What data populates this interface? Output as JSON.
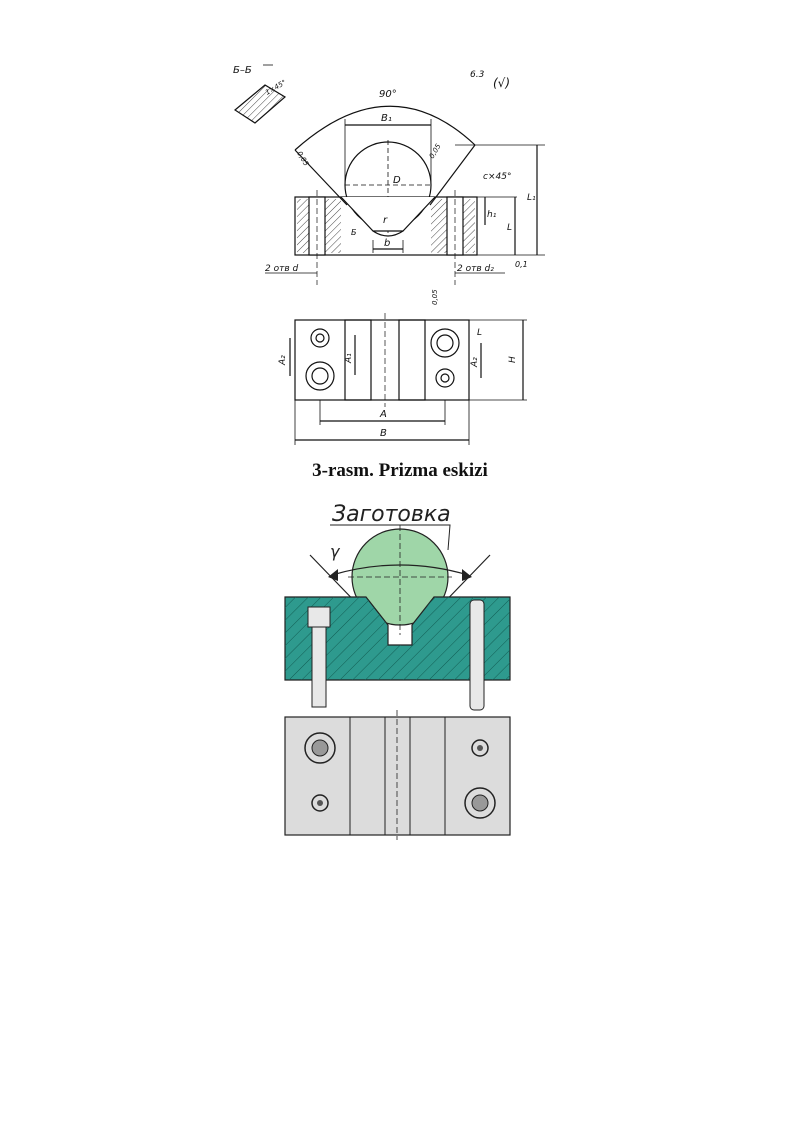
{
  "drawing": {
    "section_label": "Б–Б",
    "roughness_value": "6.3",
    "roughness_paren": "(√)",
    "chamfer_small": "1×45°",
    "angle": "90°",
    "dim_B1": "B₁",
    "dim_D": "D",
    "dim_r": "r",
    "dim_b": "b",
    "chamfer_c": "c×45°",
    "dim_h1": "h₁",
    "dim_L": "L",
    "dim_L1": "L₁",
    "holes_left": "2 отв d",
    "holes_right": "2 отв d₂",
    "tolerance": "0,1",
    "surface_left": "0,05",
    "surface_right": "0,05",
    "surface_bottom": "0,05",
    "section_mark": "Б",
    "plan_A2_left": "A₂",
    "plan_A1": "A₁",
    "plan_L": "L",
    "plan_A2_right": "A₂",
    "plan_H": "H",
    "plan_A": "A",
    "plan_B": "B"
  },
  "caption": "3-rasm. Prizma eskizi",
  "photo": {
    "workpiece_label": "Заготовка",
    "angle_symbol": "γ",
    "colors": {
      "workpiece": "#9fd6a8",
      "body": "#2e9a8e",
      "plate": "#dcdcdc"
    }
  }
}
